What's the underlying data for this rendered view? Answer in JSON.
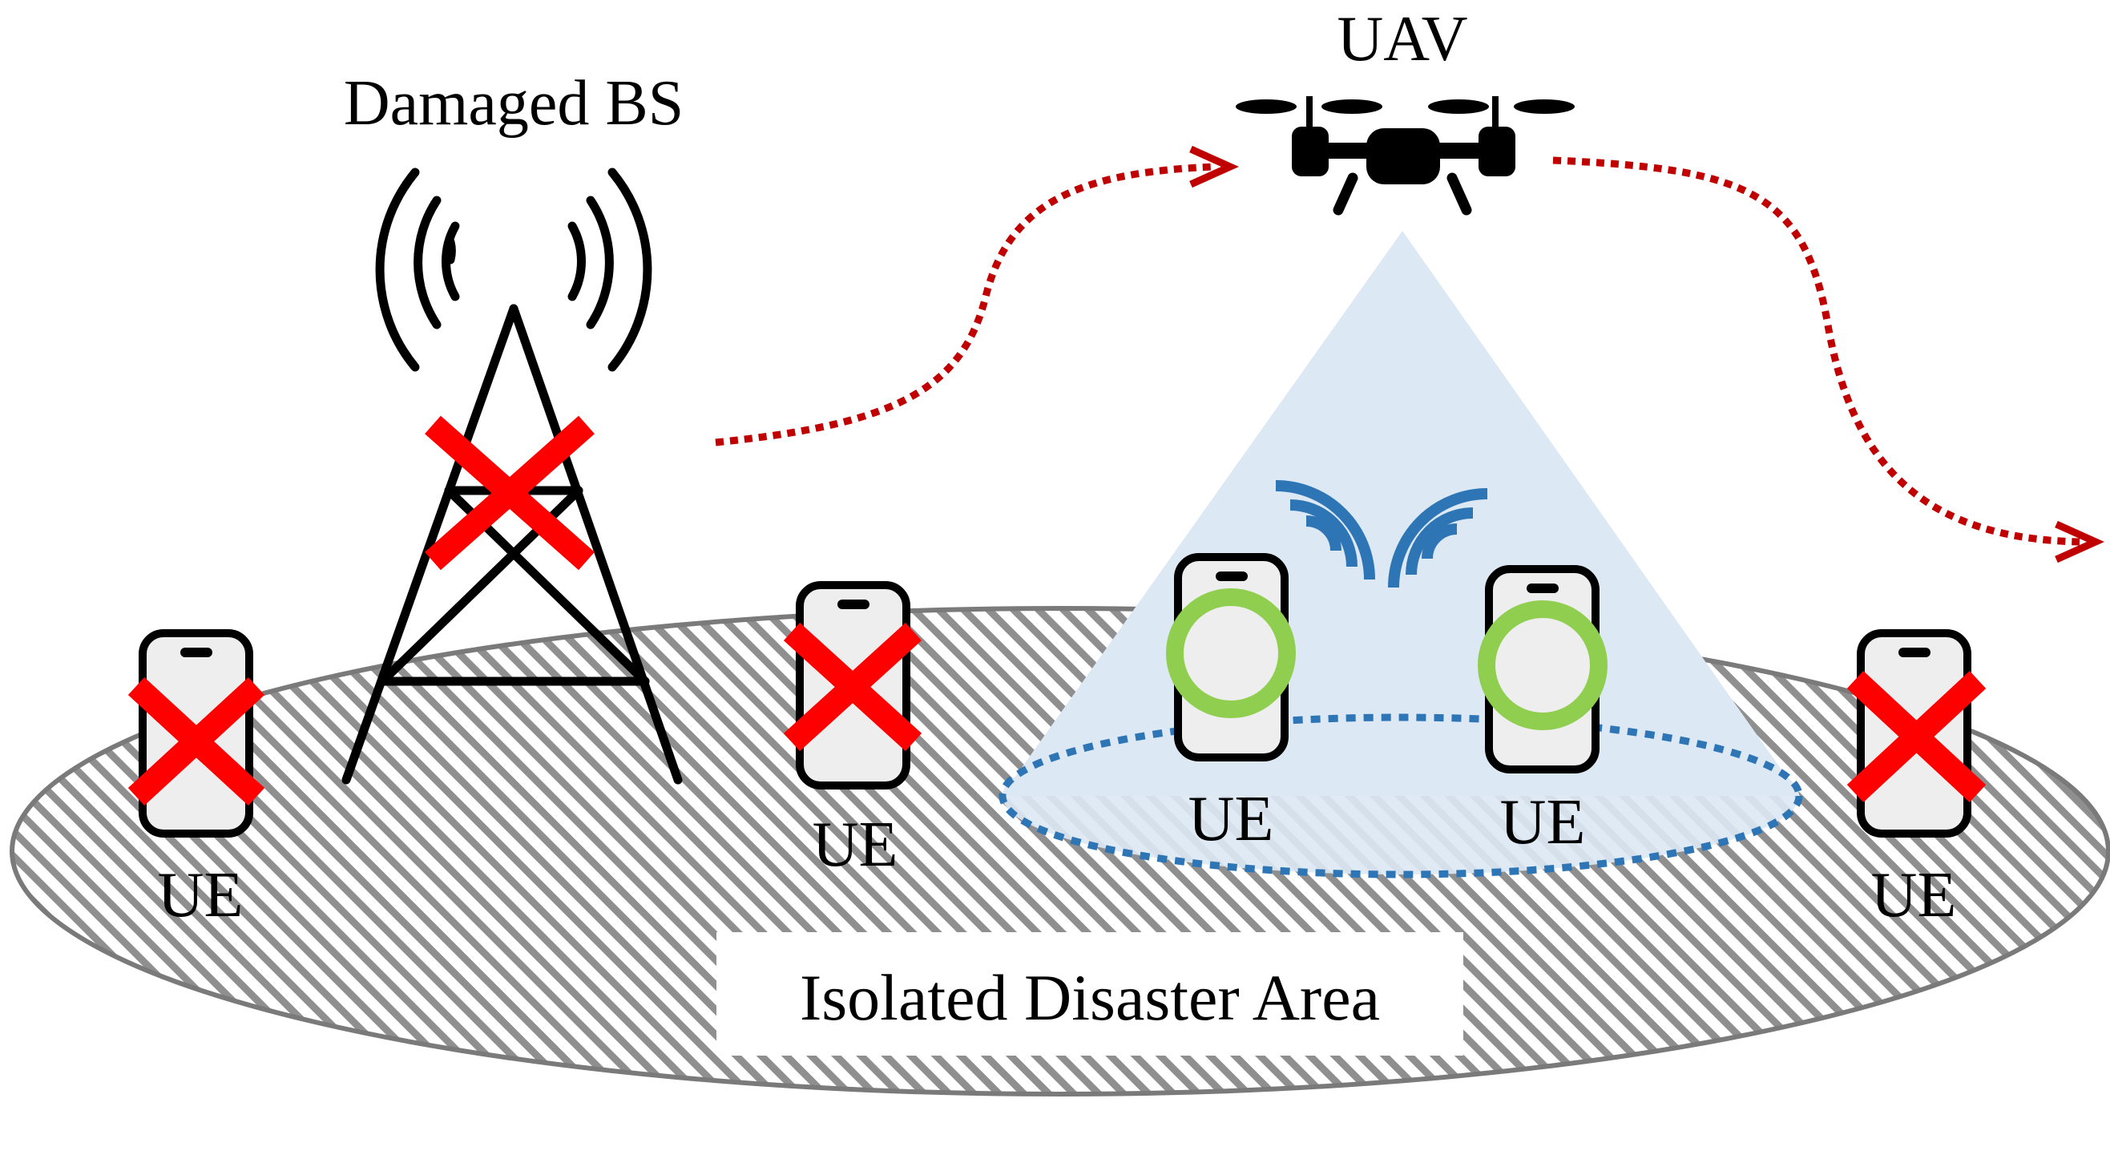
{
  "labels": {
    "damaged_bs": "Damaged BS",
    "uav": "UAV",
    "ue": "UE",
    "area": "Isolated Disaster Area"
  },
  "colors": {
    "hatch": "#8f8f8f",
    "area_outline": "#7a7a7a",
    "cross": "#ff0000",
    "trajectory": "#c00000",
    "beam": "#dce8f4",
    "coverage": "#2e75b6",
    "signal": "#2e75b6",
    "connected": "#8fce4e",
    "phone_fill": "#eeeeee",
    "ink": "#000000"
  },
  "elements": {
    "ue_status": [
      "disconnected",
      "disconnected",
      "connected",
      "connected",
      "disconnected"
    ],
    "tower_status": "damaged"
  }
}
